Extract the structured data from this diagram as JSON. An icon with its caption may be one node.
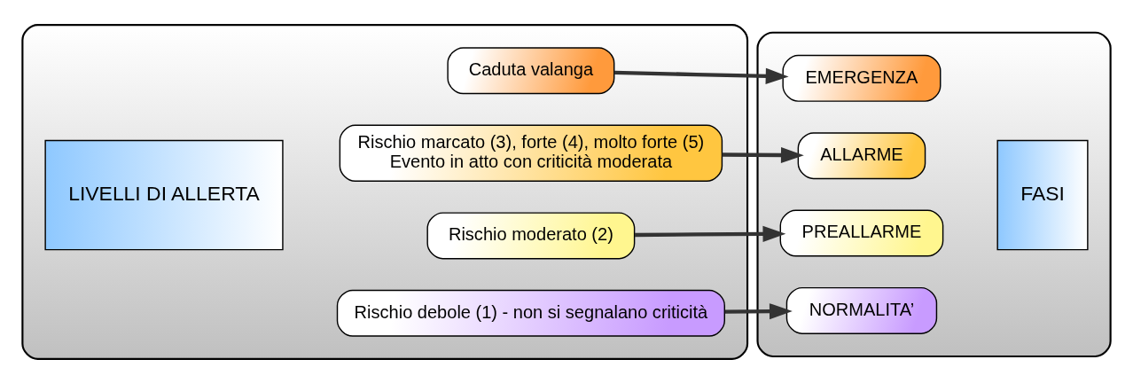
{
  "diagram": {
    "nodes": [
      {
        "text": [],
        "shape": "box"
      },
      {
        "text": [
          "LIVELLI DI ALLERTA"
        ],
        "in": 0
      },
      {
        "text": [
          "Rischio debole (1) - non si segnalano criticità"
        ],
        "in": 0
      },
      {
        "text": [
          "Rischio moderato (2)"
        ],
        "in": 0
      },
      {
        "text": [
          "Rischio marcato (3), forte (4), molto forte (5)",
          "Evento in atto con criticità moderata"
        ],
        "in": 0
      },
      {
        "text": [
          "Caduta valanga"
        ],
        "in": 0
      },
      {
        "text": [],
        "shape": "box"
      },
      {
        "text": [
          "NORMALITA’"
        ],
        "in": 6
      },
      {
        "text": [
          "PREALLARME"
        ],
        "in": 6
      },
      {
        "text": [
          "ALLARME"
        ],
        "in": 6
      },
      {
        "text": [
          "EMERGENZA"
        ],
        "in": 6
      },
      {
        "text": [
          "FASI"
        ],
        "in": 6
      }
    ],
    "edges": [
      {
        "from": 2,
        "to": 7,
        "arrow": "to"
      },
      {
        "from": 3,
        "to": 8,
        "arrow": "to"
      },
      {
        "from": 4,
        "to": 9,
        "arrow": "to"
      },
      {
        "from": 5,
        "to": 10,
        "arrow": "to"
      }
    ]
  }
}
